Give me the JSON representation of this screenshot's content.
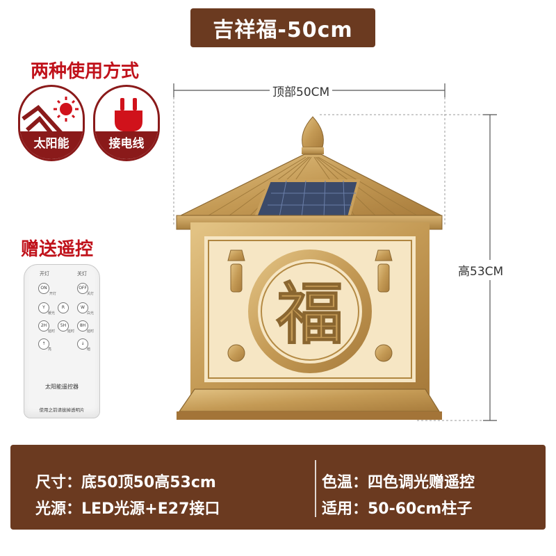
{
  "header": {
    "title": "吉祥福-50cm"
  },
  "modes": {
    "title": "两种使用方式",
    "items": [
      {
        "label": "太阳能",
        "icon": "solar-sun-icon"
      },
      {
        "label": "接电线",
        "icon": "power-plug-icon"
      }
    ]
  },
  "remote": {
    "title": "赠送遥控",
    "label_on": "开灯",
    "label_off": "关灯",
    "buttons": [
      {
        "key": "ON",
        "sub": "开灯"
      },
      {
        "key": "OFF",
        "sub": "关灯"
      },
      {
        "key": "Y",
        "sub": "暖光"
      },
      {
        "key": "R",
        "sub": ""
      },
      {
        "key": "W",
        "sub": "白光"
      },
      {
        "key": "2H",
        "sub": "延时"
      },
      {
        "key": "5H",
        "sub": "延时"
      },
      {
        "key": "8H",
        "sub": "延时"
      },
      {
        "key": "↑",
        "sub": "亮"
      },
      {
        "key": "↓",
        "sub": "暗"
      }
    ],
    "brand": "太阳能遥控器",
    "note": "使用之前请拔掉透明片"
  },
  "dimensions": {
    "top": "顶部50CM",
    "height": "高53CM"
  },
  "product": {
    "character": "福"
  },
  "specs": {
    "size": "尺寸：底50顶50高53cm",
    "light_source": "光源：LED光源+E27接口",
    "color_temp": "色温：四色调光赠遥控",
    "suitable": "适用：50-60cm柱子"
  },
  "colors": {
    "brand_brown": "#6b3a20",
    "accent_red": "#c0121b",
    "gold": "#c9a05c"
  }
}
